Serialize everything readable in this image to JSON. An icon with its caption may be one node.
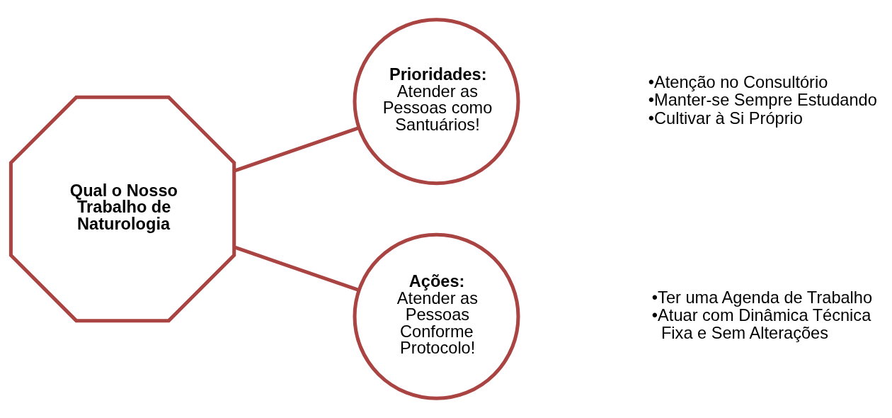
{
  "diagram": {
    "nodes": [
      {
        "text": [
          "Qual o Nosso Trabalho de Naturologia"
        ]
      },
      {
        "text": [
          "Prioridades:",
          "Atender as Pessoas como Santuários!"
        ],
        "beside": [
          "•Atenção no Consultório",
          "•Manter-se Sempre Estudando",
          "•Cultivar à Si Próprio"
        ]
      },
      {
        "text": [
          "Ações:",
          "Atender as Pessoas Conforme Protocolo!"
        ],
        "beside": [
          "•Ter uma Agenda de Trabalho",
          "•Atuar com Dinâmica Técnica Fixa e Sem Alterações"
        ]
      }
    ],
    "edges": [
      {
        "from": 0,
        "to": 1,
        "arrow": "none"
      },
      {
        "from": 0,
        "to": 2,
        "arrow": "none"
      }
    ]
  }
}
